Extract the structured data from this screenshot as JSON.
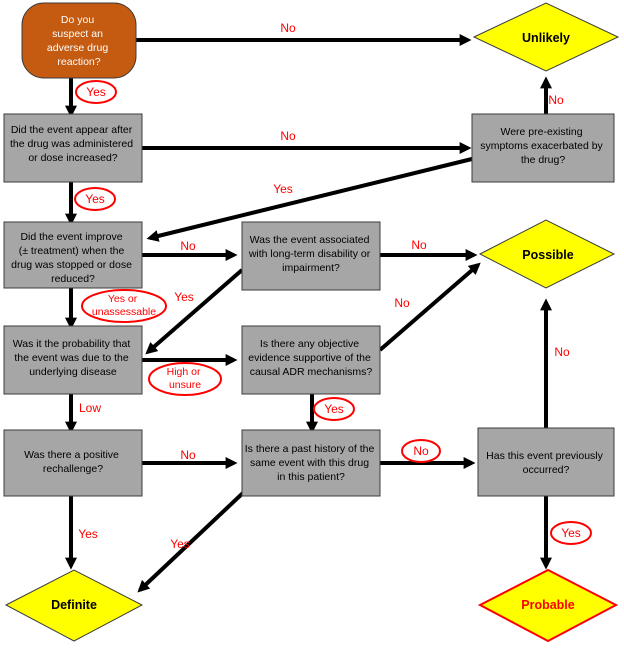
{
  "colors": {
    "start_fill": "#c55a11",
    "box_fill": "#a6a6a6",
    "diamond_fill": "#ffff00",
    "probable_border": "#ff0000",
    "label_red": "#ff0000",
    "arrow": "#000000"
  },
  "nodes": {
    "start": [
      "Do you",
      "suspect an",
      "adverse drug",
      "reaction?"
    ],
    "q_event_after_drug": [
      "Did the event appear after",
      "the drug was administered",
      "or dose increased?"
    ],
    "q_preexisting": [
      "Were pre-existing",
      "symptoms exacerbated by",
      "the drug?"
    ],
    "q_improve": [
      "Did the event improve",
      "(± treatment) when the",
      "drug was stopped or dose",
      "reduced?"
    ],
    "q_disability": [
      "Was the event associated",
      "with long-term disability or",
      "impairment?"
    ],
    "q_underlying": [
      "Was it the probability that",
      "the event was due to the",
      "underlying disease"
    ],
    "q_objective": [
      "Is there any objective",
      "evidence supportive of the",
      "causal ADR mechanisms?"
    ],
    "q_rechallenge": [
      "Was there a positive",
      "rechallenge?"
    ],
    "q_past_history": [
      "Is there a past history of the",
      "same event with this drug",
      "in this patient?"
    ],
    "q_prev_occurred": [
      "Has this event previously",
      "occurred?"
    ]
  },
  "outcomes": {
    "unlikely": "Unlikely",
    "possible": "Possible",
    "definite": "Definite",
    "probable": "Probable"
  },
  "labels": {
    "start_no": "No",
    "start_yes": "Yes",
    "event_after_no": "No",
    "event_after_yes": "Yes",
    "preexisting_no": "No",
    "preexisting_yes": "Yes",
    "improve_no": "No",
    "improve_yes": [
      "Yes or",
      "unassessable"
    ],
    "disability_no": "No",
    "disability_yes": "Yes",
    "underlying_high": [
      "High or",
      "unsure"
    ],
    "underlying_low": "Low",
    "objective_no": "No",
    "objective_yes": "Yes",
    "rechallenge_no": "No",
    "rechallenge_yes": "Yes",
    "past_history_no": "No",
    "past_history_yes": "Yes",
    "prev_occurred_no": "No",
    "prev_occurred_yes": "Yes"
  }
}
